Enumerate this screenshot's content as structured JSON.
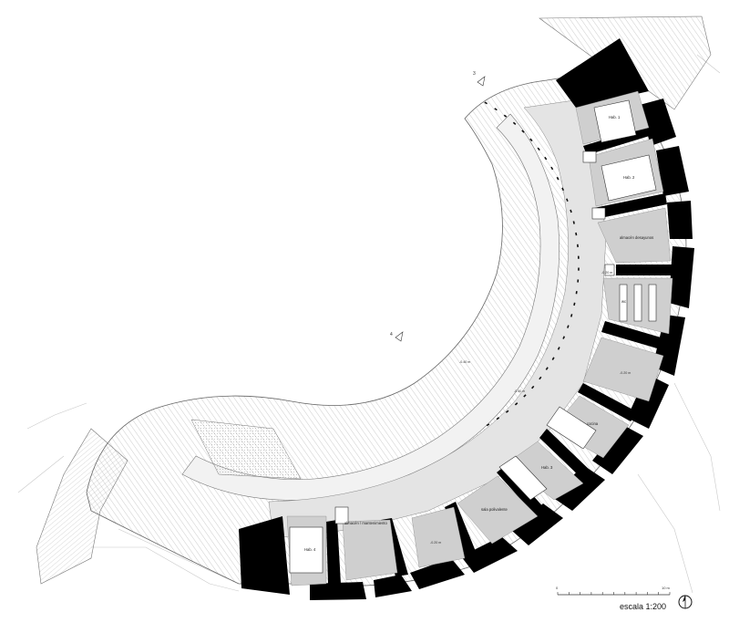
{
  "rooms": [
    {
      "id": "hab1",
      "label": "Hab. 1"
    },
    {
      "id": "hab2",
      "label": "Hab. 2"
    },
    {
      "id": "almacen-desayunos",
      "label": "almacén desayunos"
    },
    {
      "id": "wc",
      "label": "wc"
    },
    {
      "id": "cocina",
      "label": "cocina"
    },
    {
      "id": "hab3",
      "label": "Hab. 3"
    },
    {
      "id": "sala-polivalente",
      "label": "sala polivalente"
    },
    {
      "id": "almacen-mantenimiento",
      "label": "almacén / mantenimiento"
    },
    {
      "id": "hab4",
      "label": "Hab. 4"
    }
  ],
  "levels": [
    {
      "id": "lvl-a",
      "label": "-0.20 m"
    },
    {
      "id": "lvl-b",
      "label": "-0.40 m"
    },
    {
      "id": "lvl-c",
      "label": "-0.40 m"
    },
    {
      "id": "lvl-d",
      "label": "-0.20 m"
    },
    {
      "id": "lvl-e",
      "label": "-0.20 m"
    }
  ],
  "markers": [
    {
      "id": "marker-top",
      "label": "3"
    },
    {
      "id": "marker-center",
      "label": "4"
    }
  ],
  "scale": {
    "text": "escala 1:200",
    "ticks": [
      "0",
      "10 m"
    ]
  },
  "colors": {
    "wall": "#000000",
    "paving": "#dedede",
    "hatch": "#9a9a9a",
    "line": "#555555"
  }
}
